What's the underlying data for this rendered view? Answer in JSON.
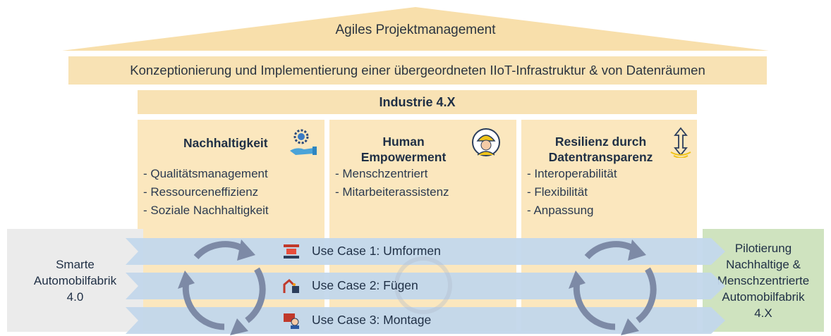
{
  "roof": {
    "label": "Agiles Projektmanagement"
  },
  "infrastructure": {
    "label": "Konzeptionierung und Implementierung einer übergeordneten IIoT-Infrastruktur & von Datenräumen"
  },
  "industry": {
    "label": "Industrie 4.X"
  },
  "pillars": [
    {
      "title": "Nachhaltigkeit",
      "icon": "gear-globe-hand-icon",
      "items": [
        "- Qualitätsmanagement",
        "- Ressourceneffizienz",
        "- Soziale Nachhaltigkeit"
      ]
    },
    {
      "title_line1": "Human",
      "title_line2": "Empowerment",
      "icon": "worker-helmet-icon",
      "items": [
        "- Menschzentriert",
        "- Mitarbeiterassistenz"
      ]
    },
    {
      "title_line1": "Resilienz durch",
      "title_line2": "Datentransparenz",
      "icon": "transparency-arrows-icon",
      "items": [
        "- Interoperabilität",
        "- Flexibilität",
        "- Anpassung"
      ]
    }
  ],
  "left_box": {
    "line1": "Smarte",
    "line2": "Automobilfabrik",
    "line3": "4.0"
  },
  "right_box": {
    "line1": "Pilotierung",
    "line2": "Nachhaltige &",
    "line3": "Menschzentrierte",
    "line4": "Automobilfabrik",
    "line5": "4.X"
  },
  "use_cases": [
    {
      "label": "Use Case 1: Umformen",
      "icon": "press-machine-icon"
    },
    {
      "label": "Use Case 2: Fügen",
      "icon": "welding-robot-icon"
    },
    {
      "label": "Use Case 3: Montage",
      "icon": "assembly-worker-icon"
    }
  ],
  "colors": {
    "roof": "#f8dfab",
    "band": "#f8e2b4",
    "pillar": "#fbe7be",
    "arrow": "#c3d8ec",
    "left_box": "#ebebeb",
    "right_box": "#cfe3bf",
    "cycle": "#7d8aa6",
    "text": "#1f2f45"
  }
}
